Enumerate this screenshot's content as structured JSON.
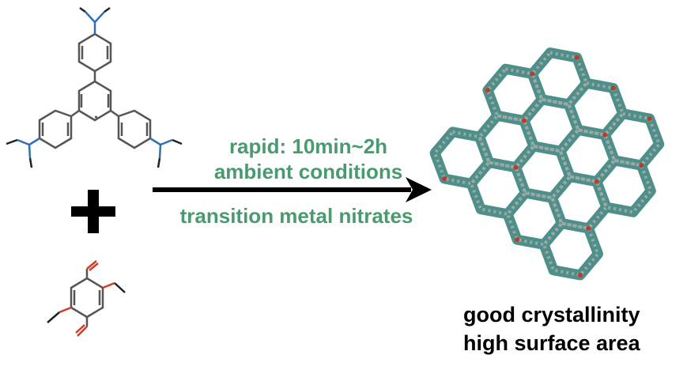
{
  "conditions": {
    "line1": "rapid: 10min~2h",
    "line2": "ambient conditions",
    "line3": "transition metal nitrates"
  },
  "product": {
    "line1": "good crystallinity",
    "line2": "high surface area"
  },
  "colors": {
    "condition_text": "#4a9a70",
    "nitrogen_bond": "#2f6fb5",
    "oxygen_bond": "#d23a2a",
    "carbon_bond": "#555555",
    "framework": "#4f8f8a"
  }
}
